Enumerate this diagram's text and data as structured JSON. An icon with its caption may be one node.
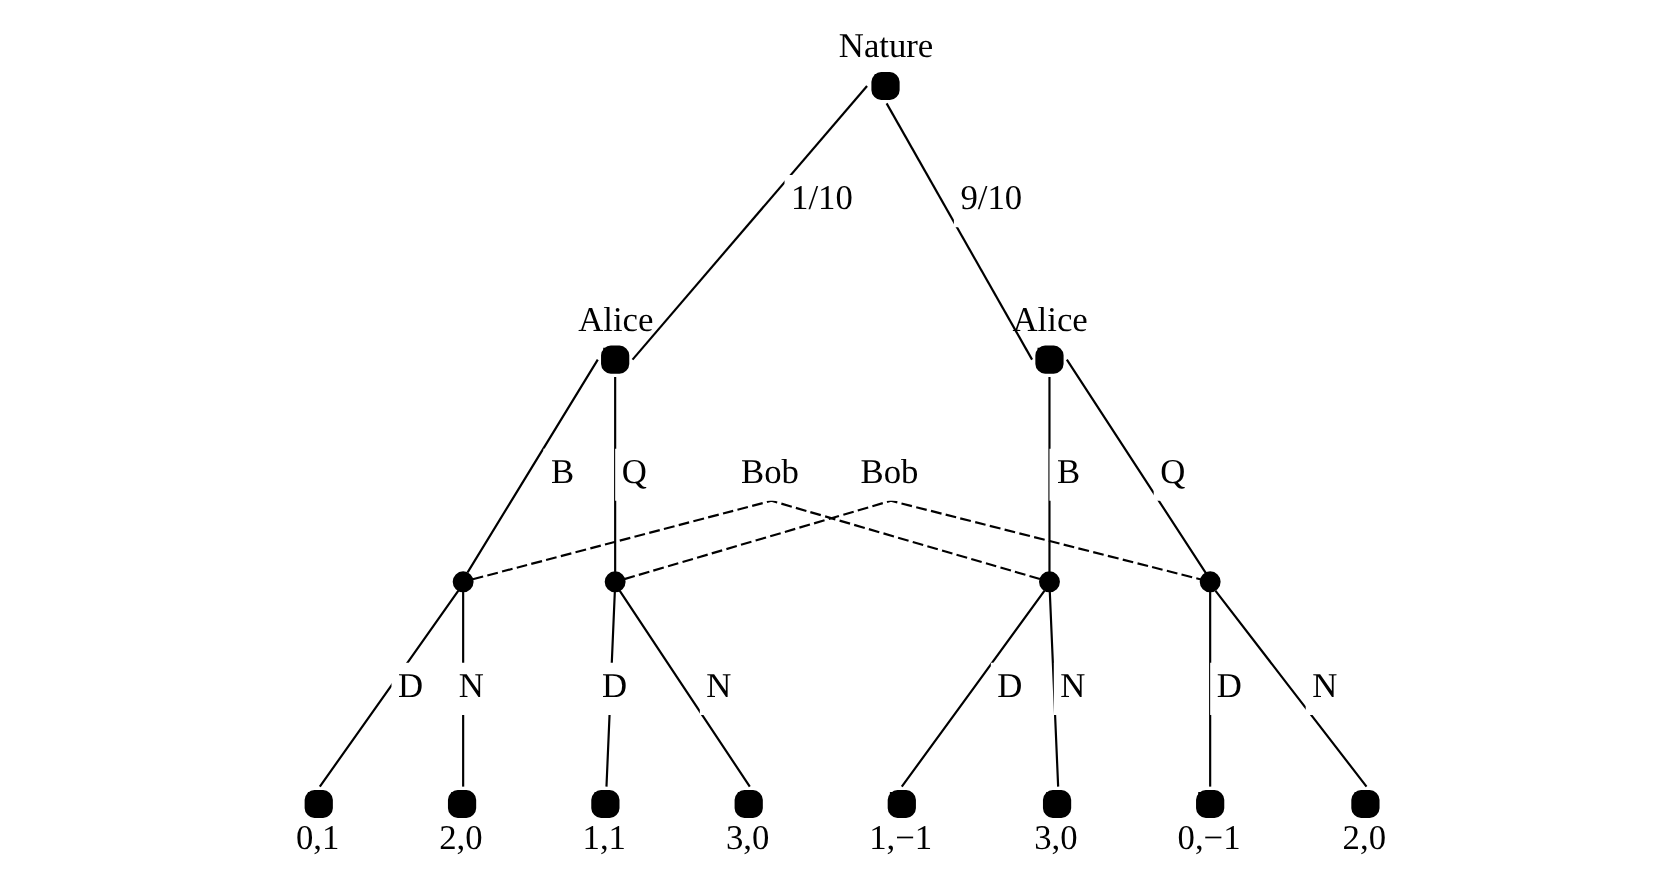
{
  "diagram": {
    "nodes": [
      {
        "text": [],
        "shape": "circle",
        "beside": [
          "Nature"
        ]
      },
      {
        "text": [],
        "shape": "circle",
        "beside": [
          "Alice"
        ]
      },
      {
        "text": [],
        "shape": "circle",
        "beside": [
          "Alice"
        ]
      },
      {
        "text": [],
        "shape": "circle"
      },
      {
        "text": [],
        "shape": "circle"
      },
      {
        "text": [],
        "shape": "circle"
      },
      {
        "text": [],
        "shape": "circle"
      },
      {
        "text": [],
        "shape": "circle",
        "beside": [
          "0,1"
        ]
      },
      {
        "text": [],
        "shape": "circle",
        "beside": [
          "2,0"
        ]
      },
      {
        "text": [],
        "shape": "circle",
        "beside": [
          "1,1"
        ]
      },
      {
        "text": [],
        "shape": "circle",
        "beside": [
          "3,0"
        ]
      },
      {
        "text": [],
        "shape": "circle",
        "beside": [
          "1,−1"
        ]
      },
      {
        "text": [],
        "shape": "circle",
        "beside": [
          "3,0"
        ]
      },
      {
        "text": [],
        "shape": "circle",
        "beside": [
          "0,−1"
        ]
      },
      {
        "text": [],
        "shape": "circle",
        "beside": [
          "2,0"
        ]
      }
    ],
    "edges": [
      {
        "from": 0,
        "to": 1,
        "arrow": "none",
        "label": "1/10"
      },
      {
        "from": 0,
        "to": 2,
        "arrow": "none",
        "label": "9/10"
      },
      {
        "from": 1,
        "to": 3,
        "arrow": "none",
        "label": "B"
      },
      {
        "from": 1,
        "to": 4,
        "arrow": "none",
        "label": "Q"
      },
      {
        "from": 2,
        "to": 5,
        "arrow": "none",
        "label": "B"
      },
      {
        "from": 2,
        "to": 6,
        "arrow": "none",
        "label": "Q"
      },
      {
        "from": 3,
        "to": 5,
        "arrow": "none",
        "label": "Bob",
        "style": "dashed"
      },
      {
        "from": 4,
        "to": 6,
        "arrow": "none",
        "label": "Bob",
        "style": "dashed"
      },
      {
        "from": 3,
        "to": 7,
        "arrow": "none",
        "label": "D"
      },
      {
        "from": 3,
        "to": 8,
        "arrow": "none",
        "label": "N"
      },
      {
        "from": 4,
        "to": 9,
        "arrow": "none",
        "label": "D"
      },
      {
        "from": 4,
        "to": 10,
        "arrow": "none",
        "label": "N"
      },
      {
        "from": 5,
        "to": 11,
        "arrow": "none",
        "label": "D"
      },
      {
        "from": 5,
        "to": 12,
        "arrow": "none",
        "label": "N"
      },
      {
        "from": 6,
        "to": 13,
        "arrow": "none",
        "label": "D"
      },
      {
        "from": 6,
        "to": 14,
        "arrow": "none",
        "label": "N"
      }
    ]
  }
}
